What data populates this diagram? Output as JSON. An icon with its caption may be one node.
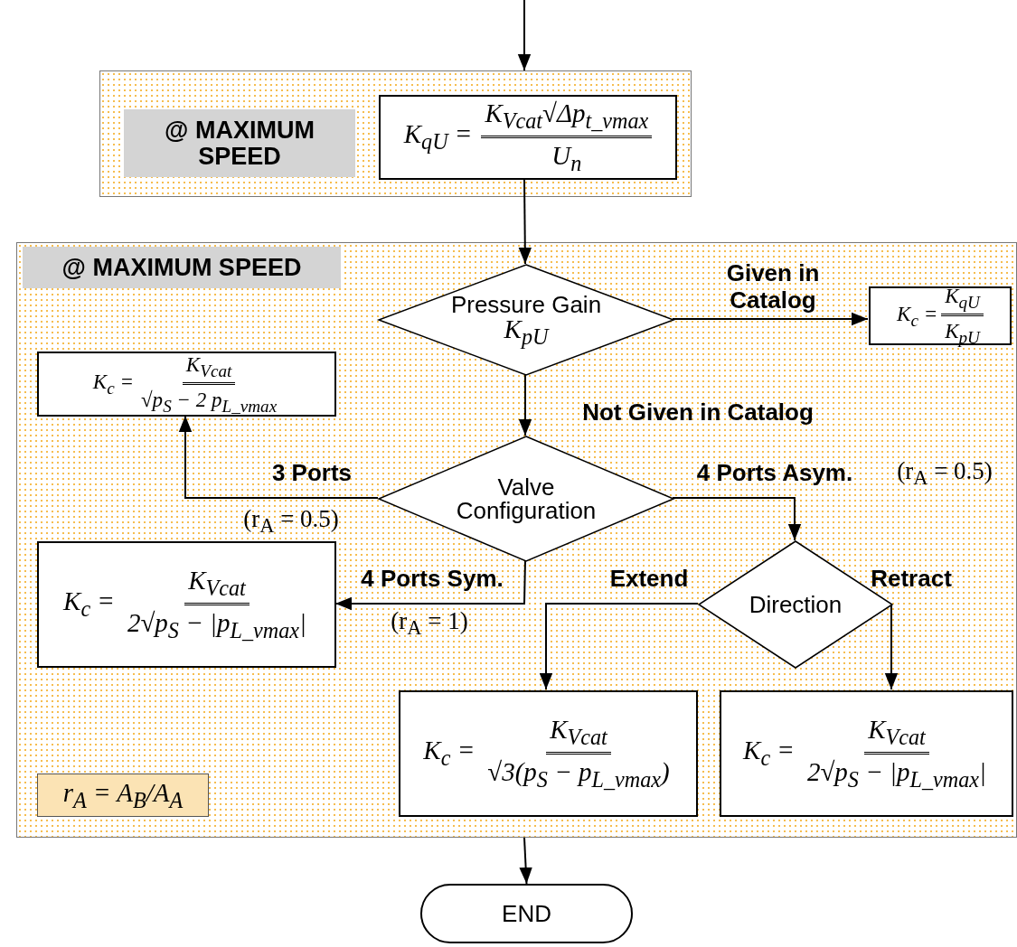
{
  "diagram": {
    "nodes": [
      {
        "text": [
          "@ MAXIMUM SPEED"
        ]
      },
      {
        "text": [
          "K$_{qU}$ =",
          "K$_{Vcat}$√Δp$_{t_vmax}$",
          "U$_{n}$"
        ],
        "in": 0
      },
      {
        "text": [
          "@ MAXIMUM SPEED"
        ]
      },
      {
        "text": [
          "Pressure Gain",
          "K$_{pU}$"
        ],
        "in": 2
      },
      {
        "text": [
          "K$_{c}$ =",
          "K$_{qU}$",
          "K$_{pU}$"
        ],
        "in": 2
      },
      {
        "text": [
          "K$_{c}$ =",
          "K$_{Vcat}$",
          "√p$_{S}$ − 2 p$_{L_vmax}$"
        ],
        "in": 2
      },
      {
        "text": [
          "Valve Configuration"
        ],
        "in": 2
      },
      {
        "text": [
          "K$_{c}$ =",
          "K$_{Vcat}$",
          "2√p$_{S}$ − |p$_{L_vmax}$|"
        ],
        "in": 2
      },
      {
        "text": [
          "Direction"
        ],
        "in": 2
      },
      {
        "text": [
          "K$_{c}$ =",
          "K$_{Vcat}$",
          "√3(p$_{S}$ − p$_{L_vmax}$)"
        ],
        "in": 2
      },
      {
        "text": [
          "K$_{c}$ =",
          "K$_{Vcat}$",
          "2√p$_{S}$ − |p$_{L_vmax}$|"
        ],
        "in": 2
      },
      {
        "text": [
          "r$_{A}$ = A$_{B}$/A$_{A}$"
        ],
        "in": 2
      },
      {
        "text": [
          "END"
        ]
      }
    ],
    "edges": [
      {
        "from": null,
        "to": 0,
        "arrow": "to"
      },
      {
        "from": 1,
        "to": 3,
        "arrow": "to"
      },
      {
        "from": 3,
        "to": 4,
        "arrow": "to",
        "label": "Given in Catalog"
      },
      {
        "from": 3,
        "to": 6,
        "arrow": "to",
        "label": "Not Given in Catalog"
      },
      {
        "from": 6,
        "to": 5,
        "arrow": "to",
        "label": "3 Ports"
      },
      {
        "from": 6,
        "to": 8,
        "arrow": "to",
        "label": "4 Ports Asym."
      },
      {
        "from": 6,
        "to": 7,
        "arrow": "to",
        "label": "4 Ports Sym."
      },
      {
        "from": 8,
        "to": 9,
        "arrow": "to",
        "label": "Extend"
      },
      {
        "from": 8,
        "to": 10,
        "arrow": "to",
        "label": "Retract"
      },
      {
        "from": 2,
        "to": 12,
        "arrow": "to"
      }
    ],
    "labels": [
      "(r$_{A}$ = 0.5)",
      "(r$_{A}$ = 0.5)",
      "(r$_{A}$ = 1)"
    ]
  }
}
